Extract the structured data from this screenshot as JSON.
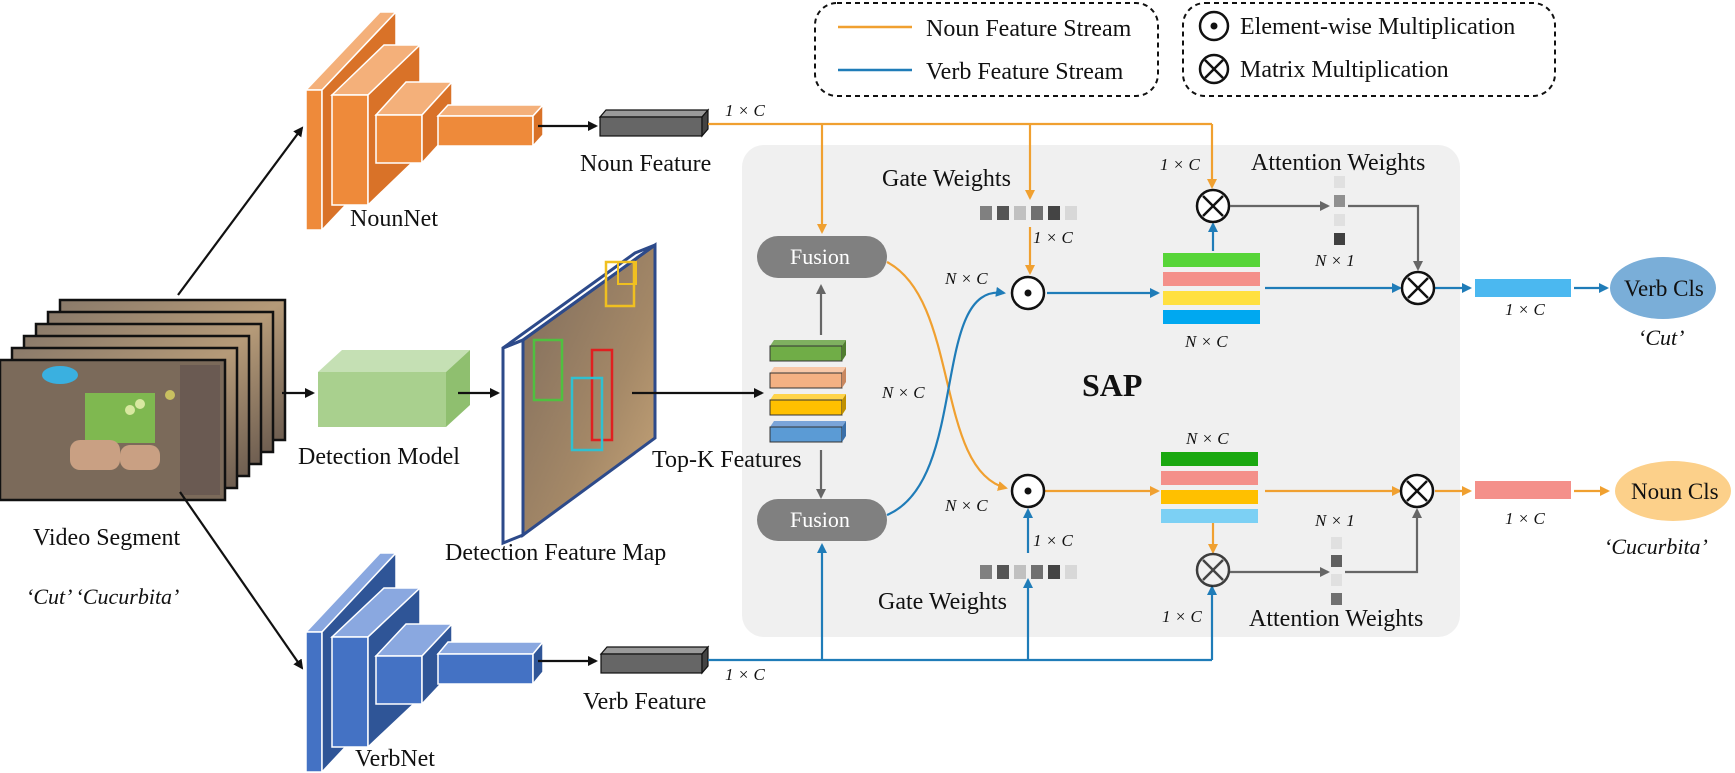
{
  "legend": {
    "noun_stream": "Noun Feature Stream",
    "verb_stream": "Verb Feature Stream",
    "elementwise": "Element-wise Multiplication",
    "matrix": "Matrix Multiplication"
  },
  "colors": {
    "noun": "#f0a030",
    "verb": "#1f7cb8",
    "gray_arrow": "#666666",
    "sap_panel": "#f0f0f0",
    "nounnet": "#ee8a3a",
    "verbnet": "#4472c4",
    "detection": "#a9d08e"
  },
  "labels": {
    "nounnet": "NounNet",
    "verbnet": "VerbNet",
    "noun_feature": "Noun Feature",
    "verb_feature": "Verb Feature",
    "video_segment": "Video Segment",
    "video_caption": "‘Cut’  ‘Cucurbita’",
    "detection_model": "Detection Model",
    "detection_feature_map": "Detection Feature Map",
    "topk": "Top-K Features",
    "fusion_top": "Fusion",
    "fusion_bottom": "Fusion",
    "gate_weights_top": "Gate Weights",
    "gate_weights_bottom": "Gate Weights",
    "attention_top": "Attention Weights",
    "attention_bottom": "Attention Weights",
    "sap": "SAP",
    "verb_cls": "Verb Cls",
    "noun_cls": "Noun Cls",
    "verb_pred": "‘Cut’",
    "noun_pred": "‘Cucurbita’"
  },
  "dims": {
    "one_c": "1 × C",
    "n_c": "N × C",
    "n_1": "N × 1"
  }
}
